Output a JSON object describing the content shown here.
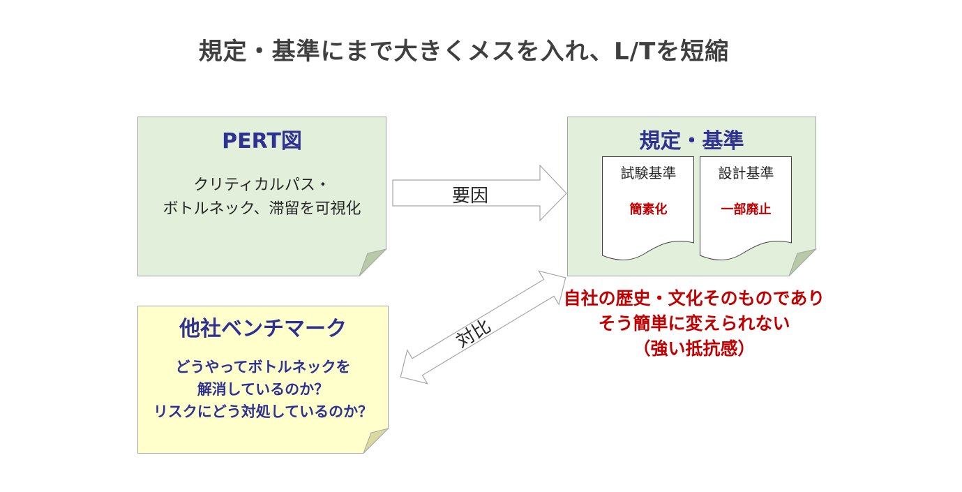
{
  "title": "規定・基準にまで大きくメスを入れ、L/Tを短縮",
  "pert": {
    "heading": "PERT図",
    "line1": "クリティカルパス・",
    "line2": "ボトルネック、滞留を可視化"
  },
  "arrow_right": {
    "label": "要因"
  },
  "rules": {
    "heading": "規定・基準",
    "docs": [
      {
        "title": "試験基準",
        "action": "簡素化"
      },
      {
        "title": "設計基準",
        "action": "一部廃止"
      }
    ]
  },
  "resistance": {
    "line1": "自社の歴史・文化そのものであり",
    "line2": "そう簡単に変えられない",
    "line3": "（強い抵抗感）"
  },
  "arrow_diag": {
    "label": "対比"
  },
  "benchmark": {
    "heading": "他社ベンチマーク",
    "line1": "どうやってボトルネックを",
    "line2": "解消しているのか？",
    "line3": "リスクにどう対処しているのか？"
  },
  "colors": {
    "green_note": "#e2efda",
    "yellow_note": "#ffffcc",
    "heading_blue": "#2e3192",
    "emphasis_red": "#c00000"
  }
}
